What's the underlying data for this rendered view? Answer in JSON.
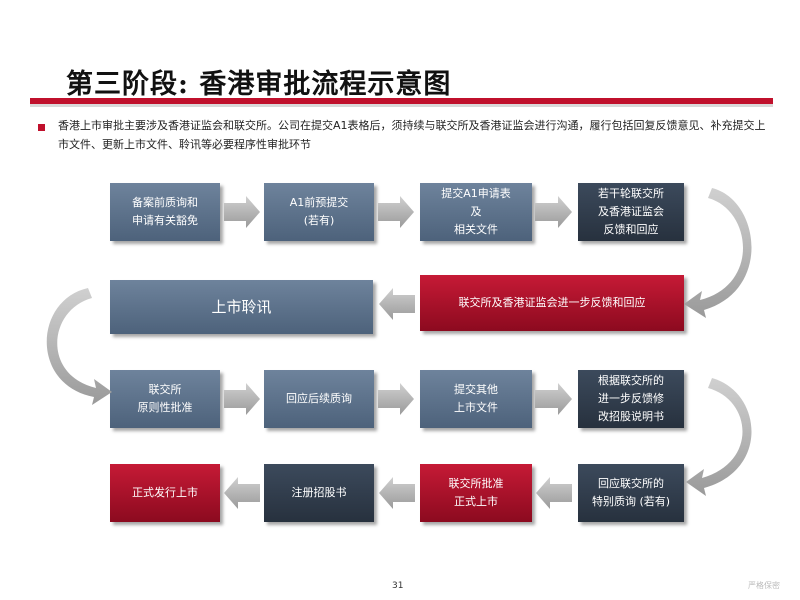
{
  "slide": {
    "title": "第三阶段: 香港审批流程示意图",
    "description": "香港上市审批主要涉及香港证监会和联交所。公司在提交A1表格后，须持续与联交所及香港证监会进行沟通，履行包括回复反馈意见、补充提交上市文件、更新上市文件、聆讯等必要程序性审批环节",
    "page_number": "31",
    "footer_mark": "严格保密"
  },
  "flow": {
    "row1": [
      "备案前质询和\n申请有关豁免",
      "A1前预提交\n(若有)",
      "提交A1申请表\n及\n相关文件",
      "若干轮联交所\n及香港证监会\n反馈和回应"
    ],
    "row2": [
      "上市聆讯",
      "联交所及香港证监会进一步反馈和回应"
    ],
    "row3": [
      "联交所\n原则性批准",
      "回应后续质询",
      "提交其他\n上市文件",
      "根据联交所的\n进一步反馈修\n改招股说明书"
    ],
    "row4": [
      "正式发行上市",
      "注册招股书",
      "联交所批准\n正式上市",
      "回应联交所的\n特别质询 (若有)"
    ]
  },
  "colors": {
    "accent_red": "#c0102c",
    "box_grey": "#5b7089",
    "box_dark": "#2f3a48",
    "box_red": "#a50f28",
    "arrow_grey": "#b3b3b3"
  }
}
